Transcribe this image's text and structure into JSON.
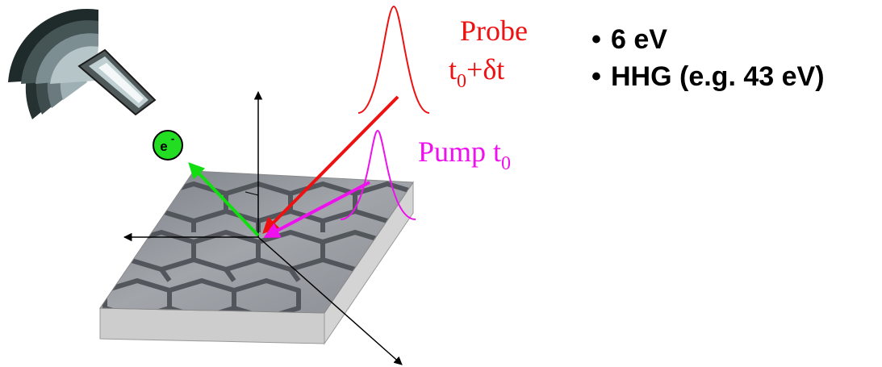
{
  "probe": {
    "label": "Probe",
    "time": "t",
    "time_sub": "0",
    "time_suffix": "+δt",
    "color": "#ee1111"
  },
  "pump": {
    "label": "Pump t",
    "label_sub": "0",
    "color": "#ee11ee"
  },
  "electron": {
    "label": "e",
    "charge": "-",
    "color": "#22dd22"
  },
  "bullets": [
    "6 eV",
    "HHG (e.g. 43 eV)"
  ],
  "colors": {
    "outgoing_electron_arrow": "#11dd11",
    "axes": "#000000",
    "sample_edge": "#c8c8c8"
  },
  "icons": {
    "analyzer": "electron-analyzer-icon",
    "sample": "graphene-lattice-sample"
  }
}
